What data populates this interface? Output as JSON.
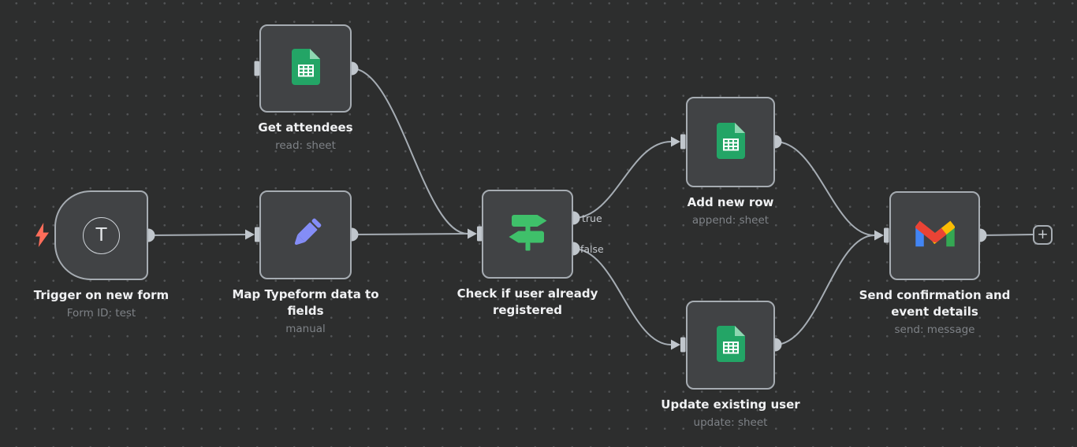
{
  "app": "workflow-editor-canvas",
  "canvas": {
    "background_color": "#2d2e2e",
    "dot_color": "#525456",
    "node_fill": "#414345",
    "node_border": "#a6acb2",
    "edge_color": "#a6adb4",
    "connector_color": "#c0c6cc",
    "title_color": "#f0f1f3",
    "subtitle_color": "#7e8287"
  },
  "nodes": [
    {
      "id": "trigger",
      "label": "Trigger on new form",
      "subtitle": "Form ID: test",
      "icon": "typeform-trigger-icon",
      "icon_letter": "T",
      "trigger_bolt_color": "#ff6d5a"
    },
    {
      "id": "get_attendees",
      "label": "Get attendees",
      "subtitle": "read: sheet",
      "icon": "google-sheets-icon",
      "icon_color": "#23a566"
    },
    {
      "id": "map_fields",
      "label": "Map Typeform data to fields",
      "subtitle": "manual",
      "icon": "pencil-icon",
      "icon_color": "#848df7"
    },
    {
      "id": "check_registered",
      "label": "Check if user already registered",
      "subtitle": "",
      "icon": "signpost-icon",
      "icon_color": "#3fc06a",
      "outputs": [
        "true",
        "false"
      ]
    },
    {
      "id": "add_row",
      "label": "Add new row",
      "subtitle": "append: sheet",
      "icon": "google-sheets-icon",
      "icon_color": "#23a566"
    },
    {
      "id": "update_user",
      "label": "Update existing user",
      "subtitle": "update: sheet",
      "icon": "google-sheets-icon",
      "icon_color": "#23a566"
    },
    {
      "id": "send_email",
      "label": "Send confirmation and event details",
      "subtitle": "send: message",
      "icon": "gmail-icon",
      "gmail_colors": {
        "red": "#ea4335",
        "blue": "#4285f4",
        "green": "#34a853",
        "yellow": "#fbbc04"
      }
    }
  ],
  "connection_labels": {
    "true_label": "true",
    "false_label": "false"
  },
  "add_button": {
    "label": "+"
  }
}
